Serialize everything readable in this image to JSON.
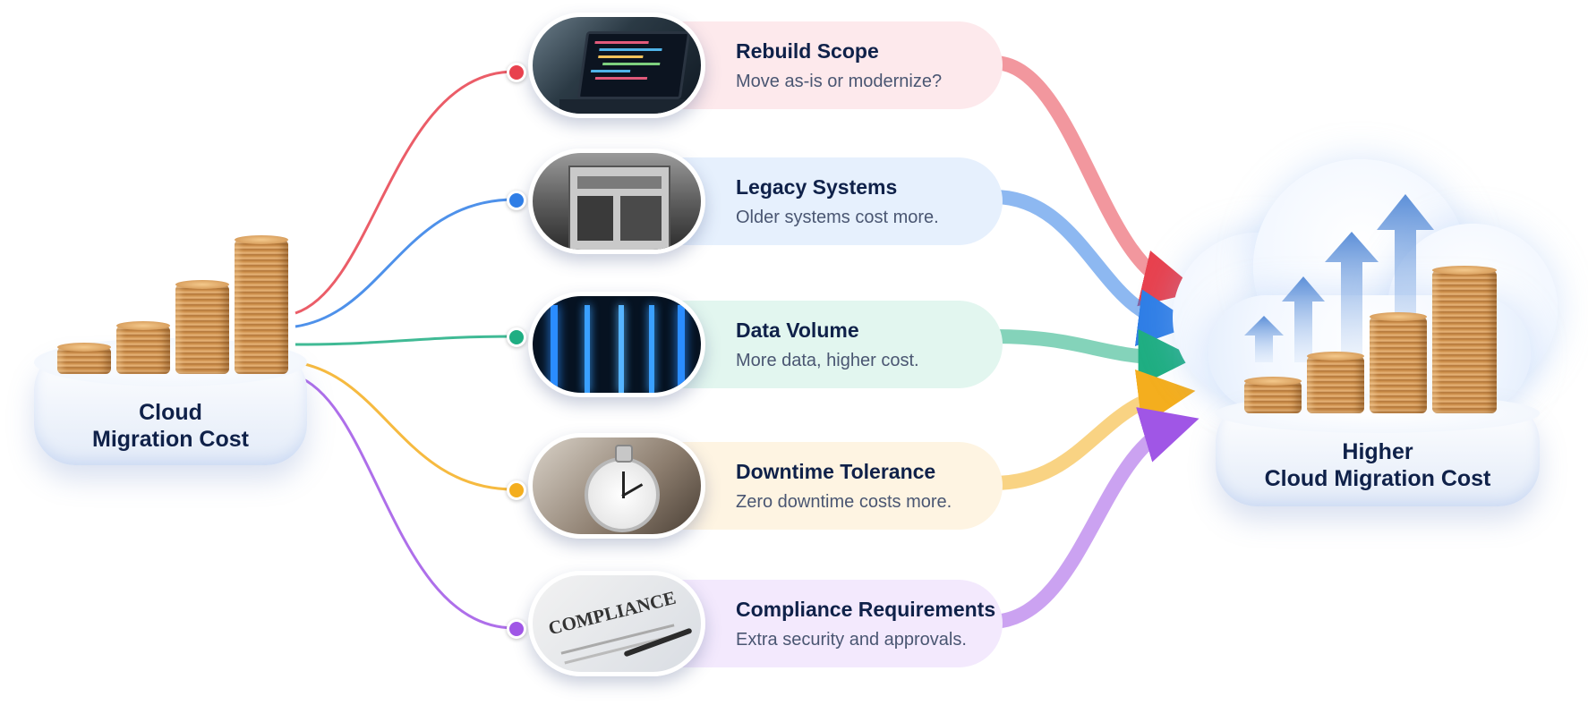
{
  "source": {
    "label_line1": "Cloud",
    "label_line2": "Migration Cost"
  },
  "target": {
    "label_line1": "Higher",
    "label_line2": "Cloud Migration Cost"
  },
  "factors": [
    {
      "title": "Rebuild Scope",
      "description": "Move as-is or modernize?",
      "color": "#e8414e",
      "pill": "#fde9ec",
      "photo": "laptop-code-photo"
    },
    {
      "title": "Legacy Systems",
      "description": "Older systems cost more.",
      "color": "#2f7ee6",
      "pill": "#e6f0fd",
      "photo": "server-rack-photo"
    },
    {
      "title": "Data Volume",
      "description": "More data, higher cost.",
      "color": "#1fae82",
      "pill": "#e2f6ef",
      "photo": "data-center-photo"
    },
    {
      "title": "Downtime Tolerance",
      "description": "Zero downtime costs more.",
      "color": "#f4ae1e",
      "pill": "#fef4e2",
      "photo": "stopwatch-photo"
    },
    {
      "title": "Compliance Requirements",
      "description": "Extra security and approvals.",
      "color": "#a056e6",
      "pill": "#f3e9fd",
      "photo": "compliance-document-photo",
      "photo_text": "COMPLIANCE"
    }
  ]
}
